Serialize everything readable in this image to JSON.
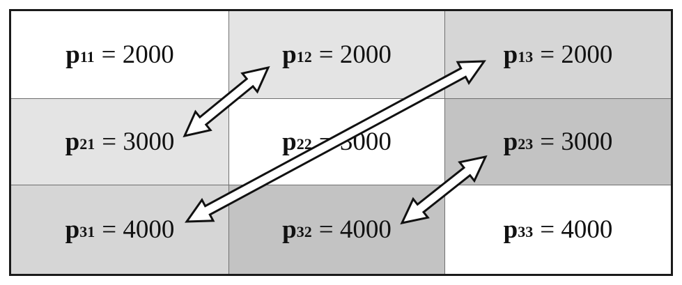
{
  "cells": [
    {
      "var": "p",
      "sub": "11",
      "value": "= 2000",
      "bg": "#ffffff"
    },
    {
      "var": "p",
      "sub": "12",
      "value": "= 2000",
      "bg": "#e4e4e4"
    },
    {
      "var": "p",
      "sub": "13",
      "value": "= 2000",
      "bg": "#d6d6d6"
    },
    {
      "var": "p",
      "sub": "21",
      "value": "= 3000",
      "bg": "#e4e4e4"
    },
    {
      "var": "p",
      "sub": "22",
      "value": "= 3000",
      "bg": "#ffffff"
    },
    {
      "var": "p",
      "sub": "23",
      "value": "= 3000",
      "bg": "#c3c3c3"
    },
    {
      "var": "p",
      "sub": "31",
      "value": "= 4000",
      "bg": "#d6d6d6"
    },
    {
      "var": "p",
      "sub": "32",
      "value": "= 4000",
      "bg": "#c3c3c3"
    },
    {
      "var": "p",
      "sub": "33",
      "value": "= 4000",
      "bg": "#ffffff"
    }
  ],
  "swaps": [
    {
      "from": "21",
      "to": "12"
    },
    {
      "from": "31",
      "to": "13"
    },
    {
      "from": "32",
      "to": "23"
    }
  ]
}
